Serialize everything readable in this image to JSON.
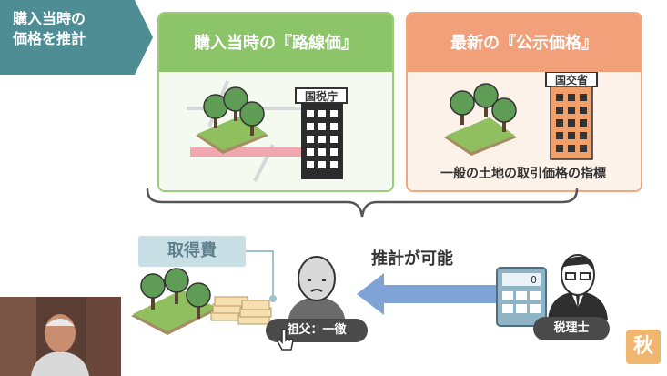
{
  "tag": {
    "text": "購入当時の\n価格を推計",
    "color": "#4f8d94"
  },
  "panels": {
    "left": {
      "title": "購入当時の『路線価』",
      "building_label": "国税庁",
      "color": "#8cc46a"
    },
    "right": {
      "title": "最新の『公示価格』",
      "building_label": "国交省",
      "caption": "一般の土地の取引価格の指標",
      "color": "#f2a07a"
    }
  },
  "cost_label": "取得費",
  "estimate_label": "推計が可能",
  "grandpa_label": "祖父：一徹",
  "accountant_label": "税理士",
  "calculator_display": "0",
  "badge_text": "秋",
  "arrow_color": "#7fa3d6"
}
